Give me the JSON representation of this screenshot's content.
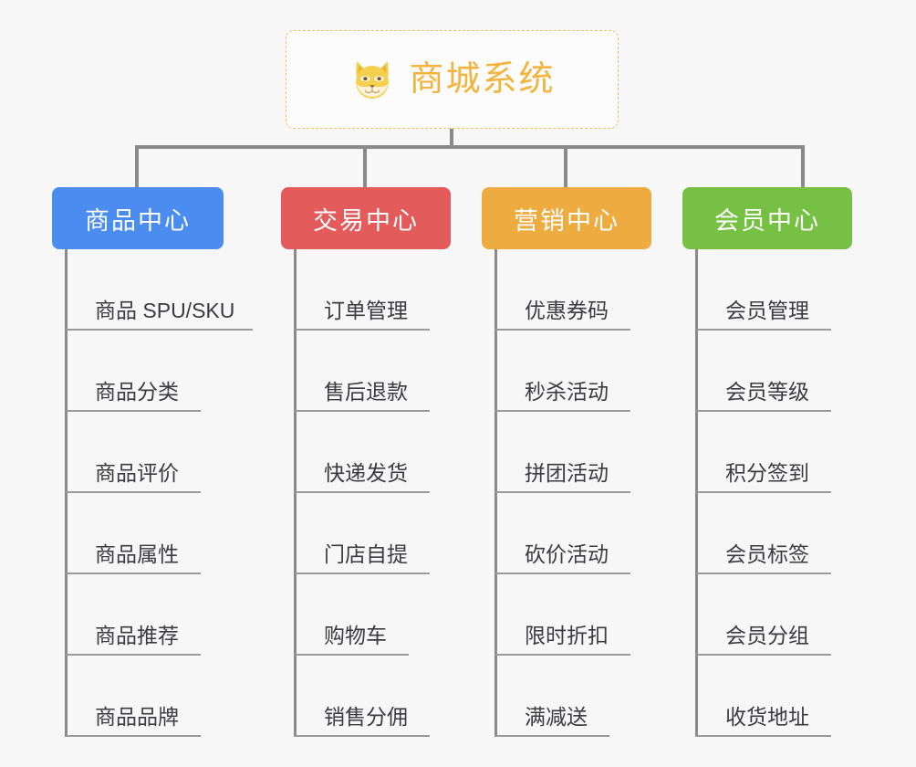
{
  "page": {
    "background_color": "#f7f7f7",
    "type": "org-chart-mindmap"
  },
  "root": {
    "title": "商城系统",
    "icon": "shiba-dog-icon",
    "text_color": "#f2b43c",
    "border_color": "#f0c068",
    "background_color": "#fcfcfc"
  },
  "connector": {
    "color": "#8a8a8a"
  },
  "columns": [
    {
      "id": "product-center",
      "label": "商品中心",
      "color": "#4a8cf0",
      "items": [
        "商品 SPU/SKU",
        "商品分类",
        "商品评价",
        "商品属性",
        "商品推荐",
        "商品品牌"
      ]
    },
    {
      "id": "trade-center",
      "label": "交易中心",
      "color": "#e35b5b",
      "items": [
        "订单管理",
        "售后退款",
        "快递发货",
        "门店自提",
        "购物车",
        "销售分佣"
      ]
    },
    {
      "id": "marketing-center",
      "label": "营销中心",
      "color": "#eeab3f",
      "items": [
        "优惠券码",
        "秒杀活动",
        "拼团活动",
        "砍价活动",
        "限时折扣",
        "满减送"
      ]
    },
    {
      "id": "member-center",
      "label": "会员中心",
      "color": "#76c044",
      "items": [
        "会员管理",
        "会员等级",
        "积分签到",
        "会员标签",
        "会员分组",
        "收货地址"
      ]
    }
  ]
}
